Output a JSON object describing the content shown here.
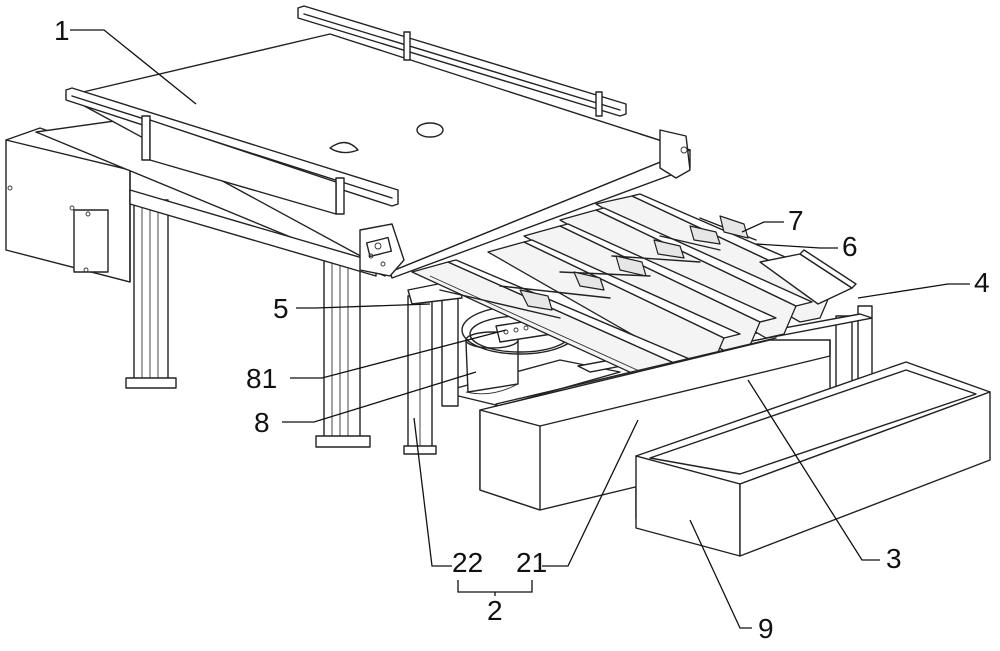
{
  "labels": {
    "conveyor": "1",
    "support_frame": "2",
    "leg_21": "21",
    "leg_22": "22",
    "motor": "3",
    "trough_rack": "4",
    "trough": "5",
    "rod": "6",
    "clip": "7",
    "bucket": "8",
    "bucket_ring": "81",
    "bin": "9"
  }
}
